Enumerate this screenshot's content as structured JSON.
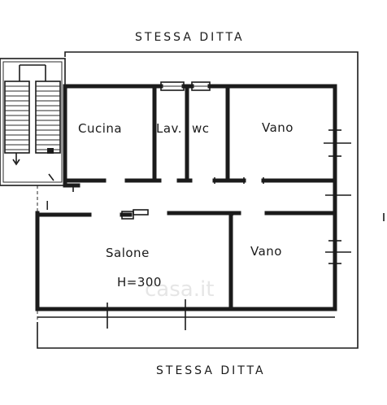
{
  "labels": {
    "top_neighbor": "STESSA DITTA",
    "bottom_neighbor": "STESSA DITTA",
    "room_kitchen": "Cucina",
    "room_laundry": "Lav.",
    "room_wc": "wc",
    "room_vano_1": "Vano",
    "room_vano_2": "Vano",
    "room_salone": "Salone",
    "ceiling_height": "H=300",
    "entrance_marker": "I",
    "watermark": "casa.it"
  },
  "colors": {
    "ink": "#1b1b1b",
    "paper": "#ffffff",
    "watermark": "#e6e6e6"
  }
}
